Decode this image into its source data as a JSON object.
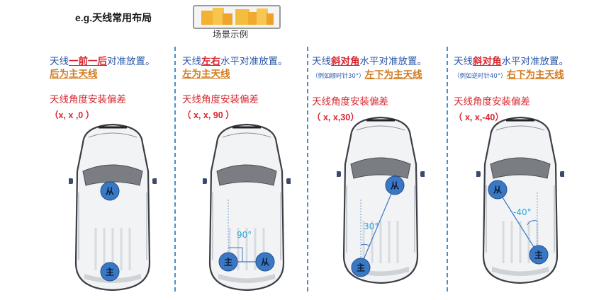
{
  "header": {
    "title": "e.g.天线常用布局",
    "example_label": "场景示例"
  },
  "panels": [
    {
      "line1_pre": "天线",
      "line1_hl": "一前一后",
      "line1_post": "对准放置。",
      "line2_note": "",
      "line2": "后为主天线",
      "line3": "天线角度安装偏差",
      "line4": "（x, x ,0 ）",
      "master": "主",
      "slave": "从",
      "angle": ""
    },
    {
      "line1_pre": "天线",
      "line1_hl": "左右",
      "line1_post": "水平对准放置。",
      "line2_note": "",
      "line2": "左为主天线",
      "line3": "天线角度安装偏差",
      "line4": "（ x, x, 90 ）",
      "master": "主",
      "slave": "从",
      "angle": "90°"
    },
    {
      "line1_pre": "天线",
      "line1_hl": "斜对角",
      "line1_post": "水平对准放置。",
      "line2_note": "（例如顺时针30°）",
      "line2": "左下为主天线",
      "line3": "天线角度安装偏差",
      "line4": "（ x, x,30）",
      "master": "主",
      "slave": "从",
      "angle": "30°"
    },
    {
      "line1_pre": "天线",
      "line1_hl": "斜对角",
      "line1_post": "水平对准放置。",
      "line2_note": "（例如逆时针40°）",
      "line2": "右下为主天线",
      "line3": "天线角度安装偏差",
      "line4": "（ x, x,-40）",
      "master": "主",
      "slave": "从",
      "angle": "-40°"
    }
  ],
  "colors": {
    "blue_text": "#2a58a8",
    "red_text": "#d8262e",
    "orange_text": "#d07a20",
    "antenna": "#3b78c4",
    "angle_text": "#2aa7d8",
    "divider": "#4a90c8"
  }
}
